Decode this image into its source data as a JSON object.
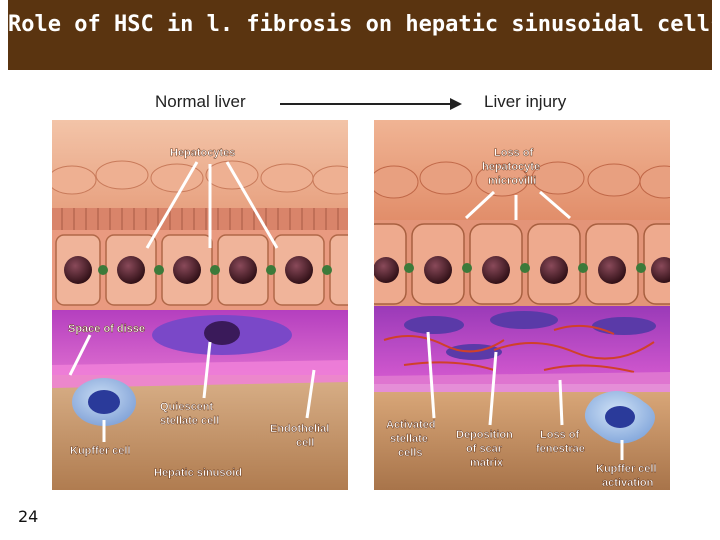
{
  "slide": {
    "title": "Role of HSC in l. fibrosis on hepatic sinusoidal cells",
    "page_number": "24"
  },
  "diagram": {
    "left_header": "Normal liver",
    "right_header": "Liver injury",
    "left_labels": {
      "hepatocytes": "Hepatocytes",
      "space_of_disse": "Space of disse",
      "quiescent_1": "Quiescent",
      "quiescent_2": "stellate cell",
      "endothelial_1": "Endothelial",
      "endothelial_2": "cell",
      "kupffer": "Kupffer cell",
      "sinusoid": "Hepatic sinusoid"
    },
    "right_labels": {
      "loss_micro_1": "Loss of",
      "loss_micro_2": "hepatocyte",
      "loss_micro_3": "microvilli",
      "activated_1": "Activated",
      "activated_2": "stellate",
      "activated_3": "cells",
      "deposition_1": "Deposition",
      "deposition_2": "of scar",
      "deposition_3": "matrix",
      "fenestrae_1": "Loss of",
      "fenestrae_2": "fenestrae",
      "kupffer_1": "Kupffer cell",
      "kupffer_2": "activation"
    },
    "colors": {
      "title_bar": "#5a3410",
      "hepatocyte": "#e9a27e",
      "nucleus": "#3a1418",
      "space": "#d54fc0",
      "sinusoid": "#c79a6a",
      "kupffer": "#8ab0e0"
    }
  }
}
